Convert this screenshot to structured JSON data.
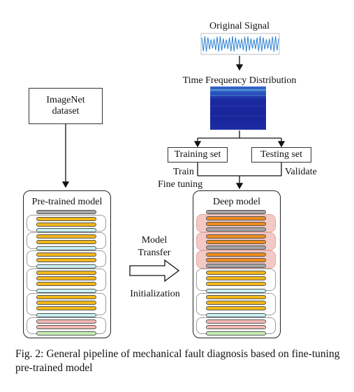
{
  "labels": {
    "original_signal": "Original Signal",
    "tfd": "Time Frequency Distribution",
    "training_set": "Training set",
    "testing_set": "Testing set",
    "train": "Train",
    "validate": "Validate",
    "fine_tuning": "Fine tuning",
    "imagenet_line1": "ImageNet",
    "imagenet_line2": "dataset",
    "pretrained_model": "Pre-trained model",
    "deep_model": "Deep model",
    "model": "Model",
    "transfer": "Transfer",
    "initialization": "Initialization"
  },
  "caption": "Fig. 2: General pipeline of mechanical fault diagnosis based on fine-tuning pre-trained model",
  "colors": {
    "signal": "#2a7fd6",
    "tfd_bg": "#1a2a9a",
    "bar_gray": "#a5a5a5",
    "bar_yellow": "#f2b71a",
    "bar_cyan": "#c6f1f4",
    "bar_pink": "#f3b9b4",
    "bar_green": "#c7f0b6",
    "bar_orange": "#ef8d1c",
    "group_highlight": "#f2c9c5"
  }
}
